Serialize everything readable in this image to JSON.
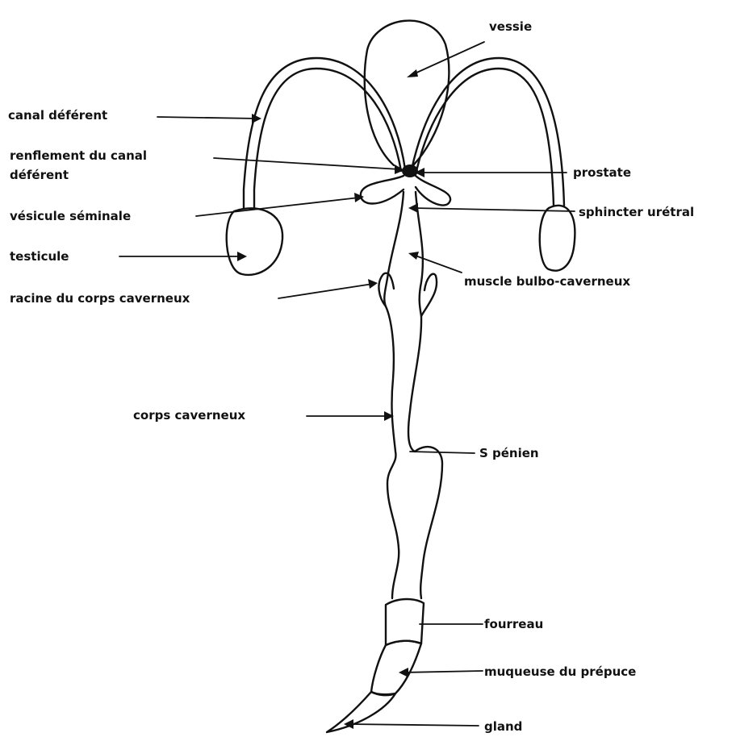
{
  "labels": {
    "vessie": "vessie",
    "canal_deferent": "canal déférent",
    "renflement_1": "renflement du canal",
    "renflement_2": "déférent",
    "prostate": "prostate",
    "vesicule_seminale": "vésicule séminale",
    "sphincter_uretral": "sphincter urétral",
    "testicule": "testicule",
    "muscle_bulbo": "muscle bulbo-caverneux",
    "racine": "racine du corps caverneux",
    "corps_caverneux": "corps caverneux",
    "s_penien": "S pénien",
    "fourreau": "fourreau",
    "muqueuse": "muqueuse du prépuce",
    "gland": "gland"
  }
}
